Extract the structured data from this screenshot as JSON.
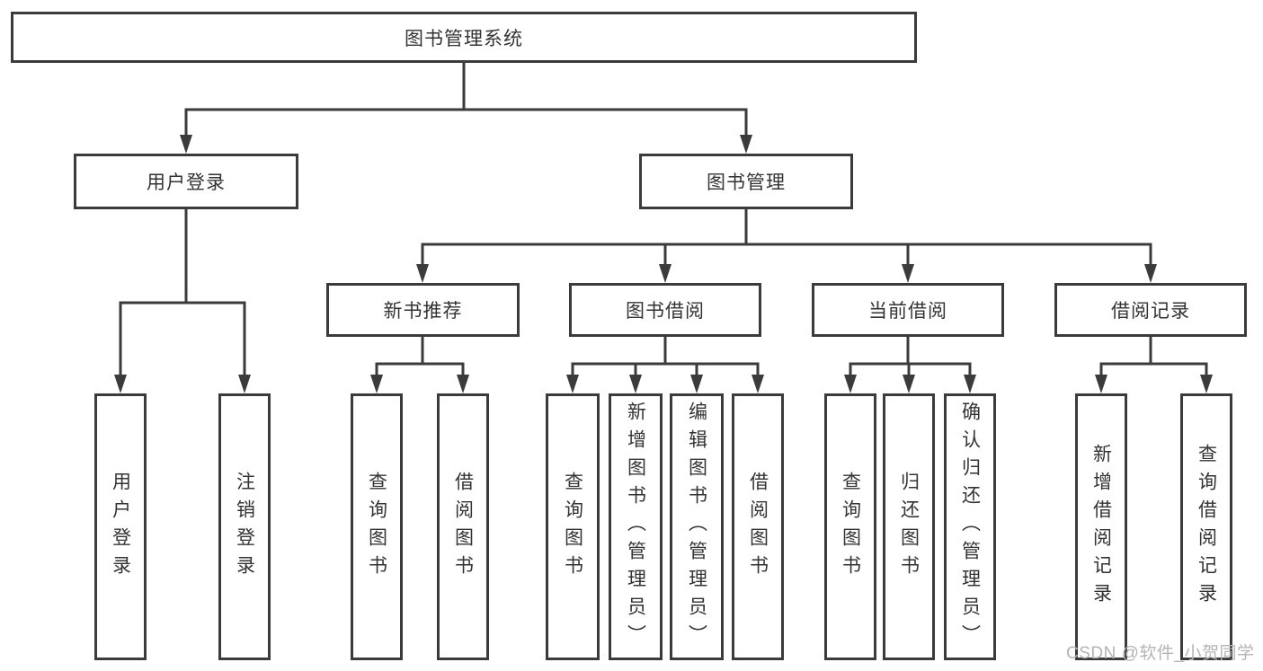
{
  "watermark": "CSDN @软件_小贺同学",
  "colors": {
    "line": "#3b3b3b",
    "text": "#333333",
    "watermark": "#b4b4b4",
    "background": "#ffffff"
  },
  "tree": {
    "root": "图书管理系统",
    "level2": [
      {
        "label": "用户登录",
        "children": [
          "用户登录",
          "注销登录"
        ]
      },
      {
        "label": "图书管理",
        "children": [
          {
            "label": "新书推荐",
            "children": [
              "查询图书",
              "借阅图书"
            ]
          },
          {
            "label": "图书借阅",
            "children": [
              "查询图书",
              "新增图书（管理员）",
              "编辑图书（管理员）",
              "借阅图书"
            ]
          },
          {
            "label": "当前借阅",
            "children": [
              "查询图书",
              "归还图书",
              "确认归还（管理员）"
            ]
          },
          {
            "label": "借阅记录",
            "children": [
              "新增借阅记录",
              "查询借阅记录"
            ]
          }
        ]
      }
    ]
  }
}
